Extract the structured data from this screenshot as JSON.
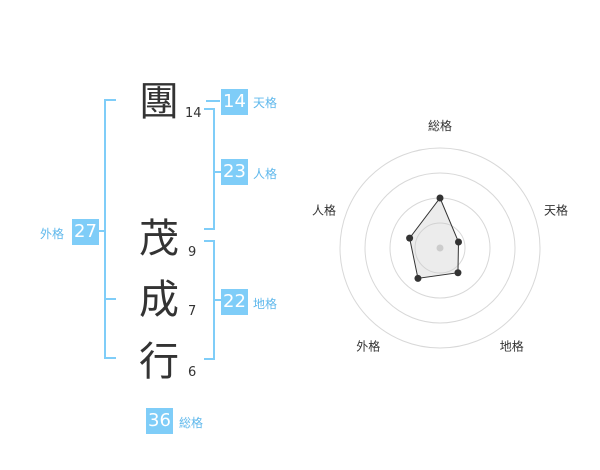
{
  "characters": [
    {
      "char": "團",
      "strokes": "14"
    },
    {
      "char": "茂",
      "strokes": "9"
    },
    {
      "char": "成",
      "strokes": "7"
    },
    {
      "char": "行",
      "strokes": "6"
    }
  ],
  "fortune": {
    "tenkaku": {
      "label": "天格",
      "value": "14"
    },
    "jinkaku": {
      "label": "人格",
      "value": "23"
    },
    "chikaku": {
      "label": "地格",
      "value": "22"
    },
    "gaikaku": {
      "label": "外格",
      "value": "27"
    },
    "soukaku": {
      "label": "総格",
      "value": "36"
    }
  },
  "colors": {
    "accent": "#7fcdf8",
    "label": "#5fb8ec"
  },
  "chart_data": {
    "type": "radar",
    "axes": [
      "総格",
      "天格",
      "地格",
      "外格",
      "人格"
    ],
    "values": [
      36,
      14,
      22,
      27,
      23
    ],
    "grid": true
  }
}
